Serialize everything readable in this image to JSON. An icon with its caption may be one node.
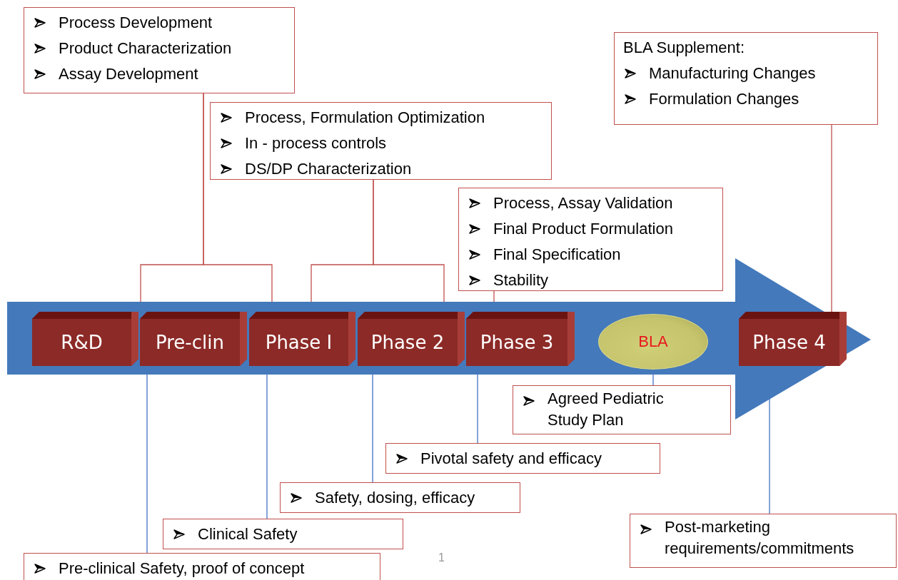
{
  "diagram": {
    "nodes": [
      {
        "text": [
          "Process Development",
          "Product Characterization",
          "Assay Development"
        ]
      },
      {
        "text": [
          "BLA Supplement:",
          "Manufacturing Changes",
          "Formulation Changes"
        ]
      },
      {
        "text": [
          "Process, Formulation Optimization",
          "In - process controls",
          "DS/DP Characterization"
        ]
      },
      {
        "text": [
          "Process, Assay Validation",
          "Final Product Formulation",
          "Final Specification",
          "Stability"
        ]
      },
      {
        "text": [],
        "shape": "arrow"
      },
      {
        "text": [
          "R&D"
        ],
        "in": 4
      },
      {
        "text": [
          "Pre-clin"
        ],
        "in": 4
      },
      {
        "text": [
          "Phase I"
        ],
        "in": 4
      },
      {
        "text": [
          "Phase 2"
        ],
        "in": 4
      },
      {
        "text": [
          "Phase 3"
        ],
        "in": 4
      },
      {
        "text": [
          "BLA"
        ],
        "in": 4
      },
      {
        "text": [
          "Phase 4"
        ],
        "in": 4
      },
      {
        "text": [
          "Agreed Pediatric Study Plan"
        ]
      },
      {
        "text": [
          "Pivotal safety and efficacy"
        ]
      },
      {
        "text": [
          "Safety, dosing, efficacy"
        ]
      },
      {
        "text": [
          "Clinical Safety"
        ]
      },
      {
        "text": [
          "Pre-clinical Safety, proof of concept"
        ]
      },
      {
        "text": [
          "Post-marketing requirements/commitments"
        ]
      }
    ],
    "edges": [
      {
        "from": 0,
        "to": 6,
        "arrow": "none",
        "color": "#c0504d"
      },
      {
        "from": 0,
        "to": 7,
        "arrow": "none",
        "color": "#c0504d"
      },
      {
        "from": 2,
        "to": 7,
        "arrow": "none",
        "color": "#c0504d"
      },
      {
        "from": 2,
        "to": 8,
        "arrow": "none",
        "color": "#c0504d"
      },
      {
        "from": 3,
        "to": 9,
        "arrow": "none",
        "color": "#c0504d"
      },
      {
        "from": 1,
        "to": 11,
        "arrow": "none",
        "color": "#c0504d"
      },
      {
        "from": 6,
        "to": 16,
        "arrow": "none",
        "color": "#4472c4"
      },
      {
        "from": 7,
        "to": 15,
        "arrow": "none",
        "color": "#4472c4"
      },
      {
        "from": 8,
        "to": 14,
        "arrow": "none",
        "color": "#4472c4"
      },
      {
        "from": 9,
        "to": 13,
        "arrow": "none",
        "color": "#4472c4"
      },
      {
        "from": 10,
        "to": 12,
        "arrow": "none",
        "color": "#4472c4"
      },
      {
        "from": 11,
        "to": 17,
        "arrow": "none",
        "color": "#4472c4"
      }
    ],
    "labels": [
      "1"
    ]
  }
}
